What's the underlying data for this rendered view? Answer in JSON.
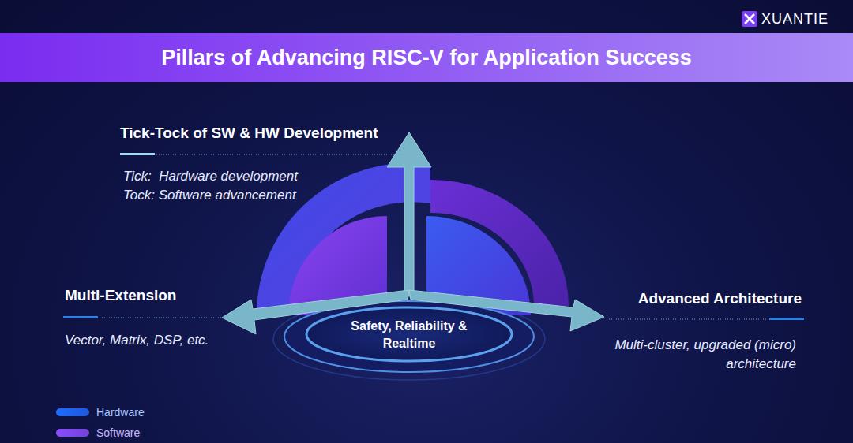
{
  "diagram": {
    "title": "Pillars of Advancing RISC-V for Application Success",
    "nodes": [
      {
        "text": [
          "Safety, Reliability & Realtime"
        ]
      }
    ],
    "edges": [],
    "labels": [
      "XUANTIE",
      "Tick-Tock of SW & HW Development",
      "Tick:  Hardware development",
      "Tock: Software advancement",
      "Multi-Extension",
      "Vector, Matrix, DSP, etc.",
      "Advanced Architecture",
      "Multi-cluster, upgraded (micro) architecture"
    ],
    "legend": [
      {
        "text": "Hardware",
        "color": "#1f6bff"
      },
      {
        "text": "Software",
        "color": "#8b4dff"
      }
    ]
  }
}
